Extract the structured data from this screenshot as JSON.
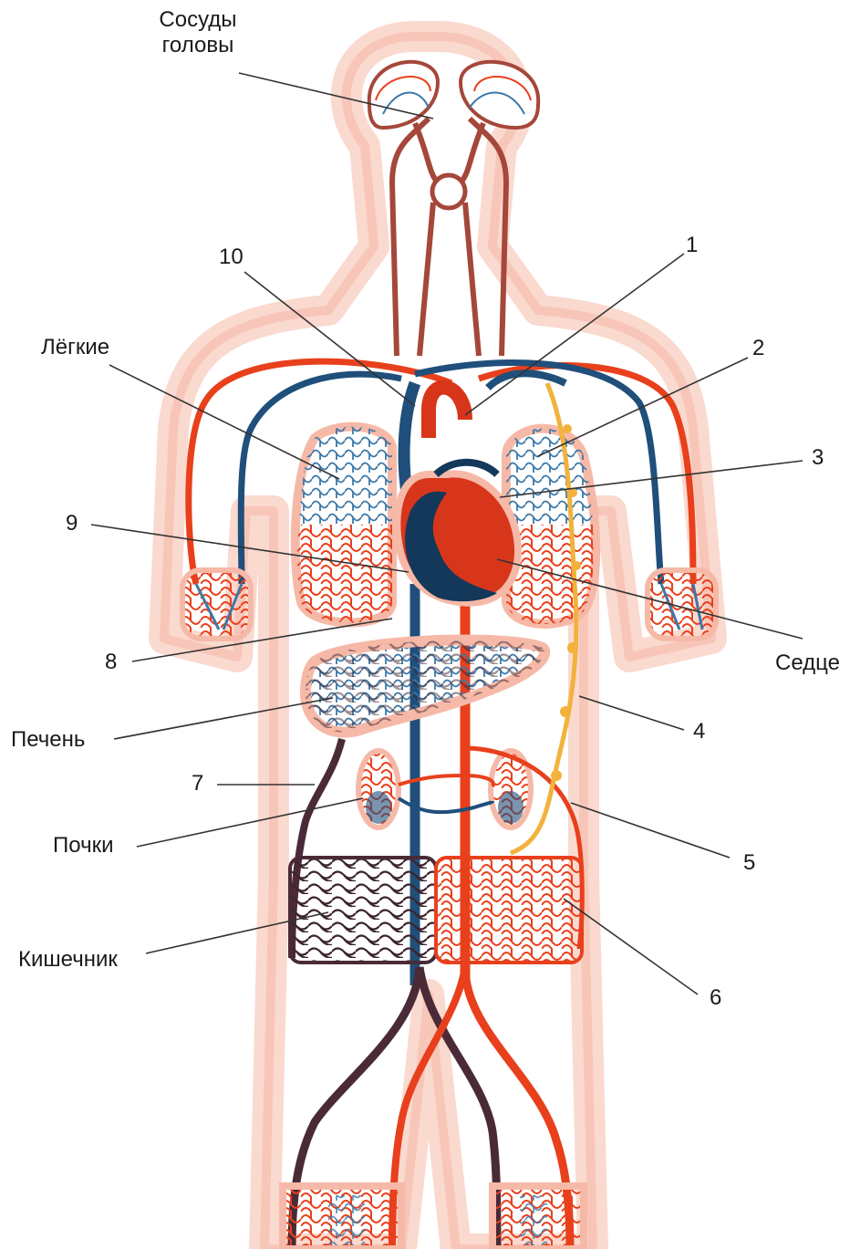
{
  "labels": {
    "head_vessels_l1": "Сосуды",
    "head_vessels_l2": "головы",
    "lungs": "Лёгкие",
    "heart": "Седце",
    "liver": "Печень",
    "kidneys": "Почки",
    "intestine": "Кишечник",
    "n1": "1",
    "n2": "2",
    "n3": "3",
    "n4": "4",
    "n5": "5",
    "n6": "6",
    "n7": "7",
    "n8": "8",
    "n9": "9",
    "n10": "10"
  },
  "colors": {
    "artery": "#e8401c",
    "vein": "#1f4f7a",
    "portal": "#4a2a36",
    "head_vessel": "#a5473a",
    "lymph": "#f2b23c",
    "heart_left": "#d8361a",
    "heart_right": "#13385a",
    "body_halo": "#f6b9a8"
  }
}
